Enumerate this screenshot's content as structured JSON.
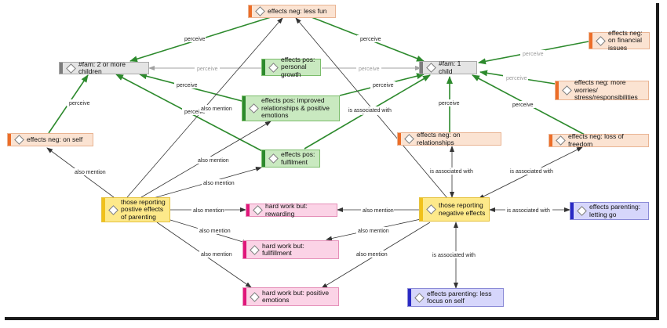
{
  "colors": {
    "green_edge": "#2d8a2d",
    "gray_edge": "#a0a0a0",
    "black_edge": "#333333"
  },
  "nodes": {
    "neg_less_fun": "effects neg: less fun",
    "neg_financial": "effects neg: on financial issues",
    "fam2": "#fam: 2 or more  children",
    "pos_personal_growth": "effects pos: personal growth",
    "fam1": "#fam: 1 child",
    "neg_worries": "effects neg: more worries/ stress/responsibilities",
    "pos_improved": "effects pos: improved relationships & positive emotions",
    "neg_on_self": "effects neg: on self",
    "neg_relationships": "effects neg: on relationships",
    "neg_freedom": "effects neg: loss of freedom",
    "pos_fulfilment": "effects pos: fulfilment",
    "reporting_pos": "those reporting postive effects of parenting",
    "hw_rewarding": "hard work but: rewarding",
    "reporting_neg": "those reporting negative effects",
    "par_letting_go": "effects parenting: letting go",
    "hw_fullfillment": "hard work but: fullfillment",
    "hw_positive": "hard work but: positive emotions",
    "par_less_focus": "effects parenting: less focus on self"
  },
  "edge_labels": {
    "perceive": "perceive",
    "also_mention": "also mention",
    "associated": "is associated with"
  }
}
